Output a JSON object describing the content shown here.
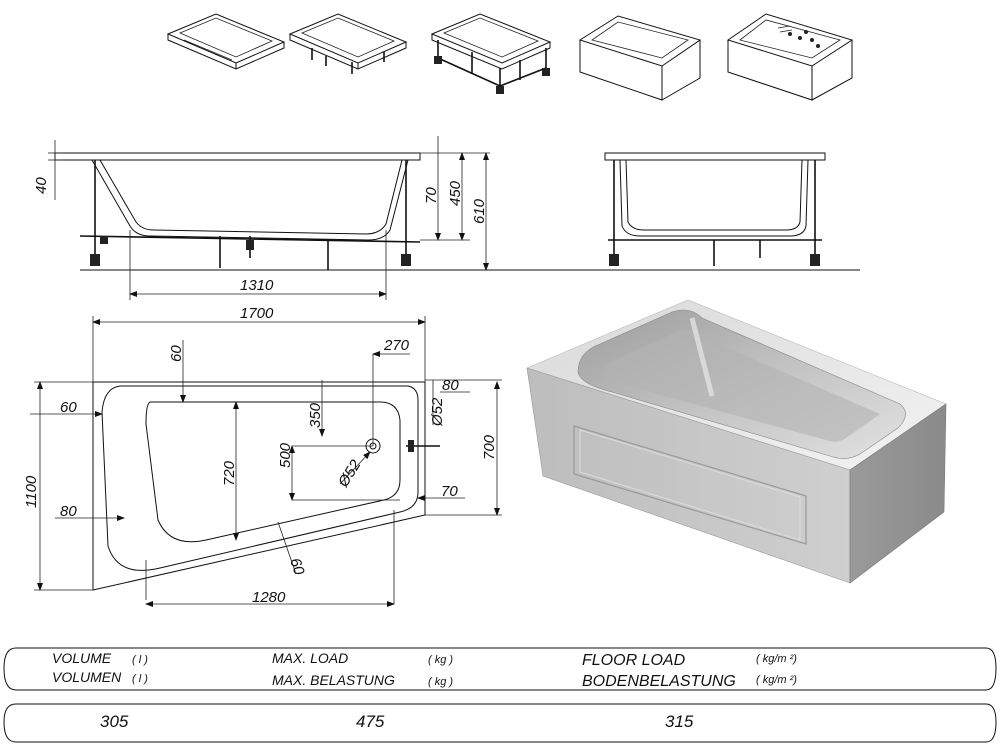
{
  "thumbnails": [
    {
      "name": "bathtub-only"
    },
    {
      "name": "bathtub-with-legs"
    },
    {
      "name": "bathtub-with-frame"
    },
    {
      "name": "bathtub-with-front-panel"
    },
    {
      "name": "bathtub-with-panel-and-hydromassage"
    }
  ],
  "side_view": {
    "dims": {
      "rim": "40",
      "inner_depth": "70",
      "depth": "450",
      "height": "610",
      "bottom_length": "1310"
    }
  },
  "plan_view": {
    "dims": {
      "length": "1700",
      "rim_top": "60",
      "outlet_offset": "270",
      "rim_right": "80",
      "rim_left": "60",
      "outlet_y": "350",
      "outlet_dia": "Ø52",
      "outlet_dia2": "Ø52",
      "inner_width": "720",
      "drain_y": "500",
      "depth_right": "700",
      "width": "1100",
      "rim_right_bottom": "70",
      "rim_left_bottom": "80",
      "rim_slant": "60",
      "inner_length": "1280"
    }
  },
  "specs": {
    "labels": {
      "volume": "VOLUME",
      "volume_unit": "( l )",
      "volume_de": "VOLUMEN",
      "volume_de_unit": "( l )",
      "load": "MAX. LOAD",
      "load_unit": "( kg )",
      "load_de": "MAX. BELASTUNG",
      "load_de_unit": "( kg )",
      "floor": "FLOOR LOAD",
      "floor_unit": "( kg/m ²)",
      "floor_de": "BODENBELASTUNG",
      "floor_de_unit": "( kg/m ²)"
    },
    "values": {
      "volume": "305",
      "load": "475",
      "floor": "315"
    }
  }
}
